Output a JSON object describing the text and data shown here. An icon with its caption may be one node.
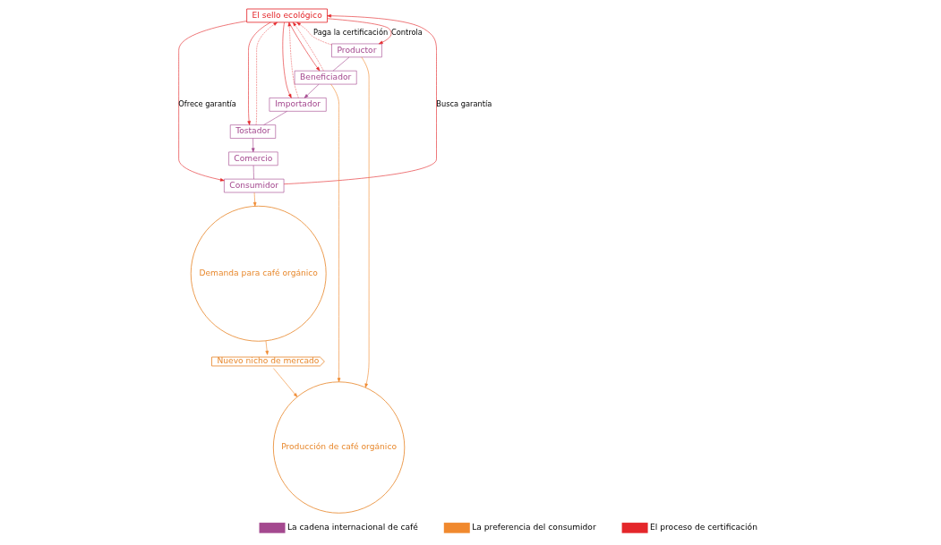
{
  "diagram": {
    "nodes": [
      {
        "text": [
          "El sello ecológico"
        ]
      },
      {
        "text": [
          "Consumidor"
        ]
      },
      {
        "text": [
          "Comercio"
        ]
      },
      {
        "text": [
          "Tostador"
        ]
      },
      {
        "text": [
          "Importador"
        ]
      },
      {
        "text": [
          "Beneficiador"
        ]
      },
      {
        "text": [
          "Productor"
        ]
      },
      {
        "text": [
          "Demanda para café orgánico"
        ]
      },
      {
        "text": [
          "Nuevo nicho de mercado"
        ]
      },
      {
        "text": [
          "Producción de café orgánico"
        ]
      }
    ],
    "edges": [
      {
        "from": 0,
        "to": 1,
        "arrow": "to",
        "label": "Ofrece garantía"
      },
      {
        "from": 1,
        "to": 0,
        "arrow": "to",
        "label": "Busca garantía"
      },
      {
        "from": 0,
        "to": 6,
        "arrow": "to",
        "label": "Controla"
      },
      {
        "from": 6,
        "to": 0,
        "arrow": "to",
        "label": "Paga la certificación",
        "style": "dashed"
      },
      {
        "from": 0,
        "to": 5,
        "arrow": "to"
      },
      {
        "from": 5,
        "to": 0,
        "arrow": "to",
        "style": "dashed"
      },
      {
        "from": 0,
        "to": 4,
        "arrow": "to"
      },
      {
        "from": 4,
        "to": 0,
        "arrow": "to",
        "style": "dashed"
      },
      {
        "from": 0,
        "to": 3,
        "arrow": "to"
      },
      {
        "from": 3,
        "to": 0,
        "arrow": "to",
        "style": "dashed"
      },
      {
        "from": 6,
        "to": 5,
        "arrow": "none",
        "color": "#a4498f"
      },
      {
        "from": 5,
        "to": 4,
        "arrow": "to",
        "color": "#a4498f"
      },
      {
        "from": 4,
        "to": 3,
        "arrow": "none",
        "color": "#a4498f"
      },
      {
        "from": 3,
        "to": 2,
        "arrow": "to",
        "color": "#a4498f"
      },
      {
        "from": 2,
        "to": 1,
        "arrow": "none",
        "color": "#a4498f"
      },
      {
        "from": 1,
        "to": 7,
        "arrow": "to",
        "color": "#f0892e"
      },
      {
        "from": 7,
        "to": 8,
        "arrow": "to",
        "color": "#f0892e"
      },
      {
        "from": 8,
        "to": 9,
        "arrow": "to",
        "color": "#f0892e"
      },
      {
        "from": 5,
        "to": 9,
        "arrow": "to",
        "color": "#f0892e"
      },
      {
        "from": 6,
        "to": 9,
        "arrow": "to",
        "color": "#f0892e"
      }
    ],
    "legend": [
      {
        "text": "La cadena internacional de café",
        "color": "#a4498f"
      },
      {
        "text": "La preferencia del consumidor",
        "color": "#f0892e"
      },
      {
        "text": "El proceso de certificación",
        "color": "#e4262a"
      }
    ]
  }
}
